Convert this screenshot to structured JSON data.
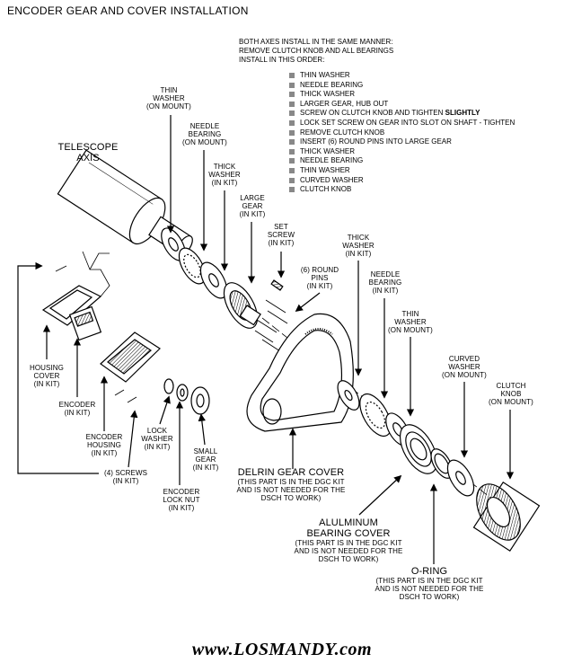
{
  "title": "ENCODER GEAR AND COVER INSTALLATION",
  "intro": {
    "line1": "BOTH AXES INSTALL IN THE SAME MANNER:",
    "line2": "REMOVE CLUTCH KNOB AND ALL BEARINGS",
    "line3": "INSTALL IN THIS ORDER:"
  },
  "steps": [
    {
      "text": "THIN WASHER"
    },
    {
      "text": "NEEDLE BEARING"
    },
    {
      "text": "THICK WASHER"
    },
    {
      "text": "LARGER GEAR, HUB OUT"
    },
    {
      "text": "SCREW ON CLUTCH KNOB AND TIGHTEN ",
      "bold": "SLIGHTLY"
    },
    {
      "text": "LOCK SET SCREW ON GEAR INTO SLOT ON SHAFT - TIGHTEN"
    },
    {
      "text": "REMOVE CLUTCH KNOB"
    },
    {
      "text": "INSERT (6) ROUND PINS INTO LARGE GEAR"
    },
    {
      "text": "THICK WASHER"
    },
    {
      "text": "NEEDLE BEARING"
    },
    {
      "text": "THIN WASHER"
    },
    {
      "text": "CURVED WASHER"
    },
    {
      "text": "CLUTCH KNOB"
    }
  ],
  "labels": {
    "telescope_axis": {
      "l1": "TELESCOPE",
      "l2": "AXIS"
    },
    "thin_washer_top": {
      "l1": "THIN",
      "l2": "WASHER",
      "l3": "(ON MOUNT)"
    },
    "needle_bearing_top": {
      "l1": "NEEDLE",
      "l2": "BEARING",
      "l3": "(ON MOUNT)"
    },
    "thick_washer_top": {
      "l1": "THICK",
      "l2": "WASHER",
      "l3": "(IN KIT)"
    },
    "large_gear": {
      "l1": "LARGE",
      "l2": "GEAR",
      "l3": "(IN KIT)"
    },
    "set_screw": {
      "l1": "SET",
      "l2": "SCREW",
      "l3": "(IN KIT)"
    },
    "round_pins": {
      "l1": "(6) ROUND",
      "l2": "PINS",
      "l3": "(IN KIT)"
    },
    "thick_washer_right": {
      "l1": "THICK",
      "l2": "WASHER",
      "l3": "(IN KIT)"
    },
    "needle_bearing_right": {
      "l1": "NEEDLE",
      "l2": "BEARING",
      "l3": "(IN KIT)"
    },
    "thin_washer_right": {
      "l1": "THIN",
      "l2": "WASHER",
      "l3": "(ON MOUNT)"
    },
    "curved_washer": {
      "l1": "CURVED",
      "l2": "WASHER",
      "l3": "(ON MOUNT)"
    },
    "clutch_knob": {
      "l1": "CLUTCH",
      "l2": "KNOB",
      "l3": "(ON MOUNT)"
    },
    "housing_cover": {
      "l1": "HOUSING",
      "l2": "COVER",
      "l3": "(IN KIT)"
    },
    "encoder": {
      "l1": "ENCODER",
      "l2": "(IN KIT)"
    },
    "encoder_housing": {
      "l1": "ENCODER",
      "l2": "HOUSING",
      "l3": "(IN KIT)"
    },
    "screws": {
      "l1": "(4) SCREWS",
      "l2": "(IN KIT)"
    },
    "lock_washer": {
      "l1": "LOCK",
      "l2": "WASHER",
      "l3": "(IN KIT)"
    },
    "encoder_lock_nut": {
      "l1": "ENCODER",
      "l2": "LOCK NUT",
      "l3": "(IN KIT)"
    },
    "small_gear": {
      "l1": "SMALL",
      "l2": "GEAR",
      "l3": "(IN KIT)"
    },
    "delrin_gear_cover": {
      "l1": "DELRIN GEAR COVER",
      "l2": "(THIS PART IS IN THE DGC KIT",
      "l3": "AND IS NOT NEEDED FOR THE",
      "l4": "DSCH TO WORK)"
    },
    "aluminum_bearing_cover": {
      "l1": "ALULMINUM",
      "l2": "BEARING COVER",
      "l3": "(THIS PART IS IN THE DGC KIT",
      "l4": "AND IS NOT NEEDED FOR THE",
      "l5": "DSCH TO WORK)"
    },
    "o_ring": {
      "l1": "O-RING",
      "l2": "(THIS PART IS IN THE DGC KIT",
      "l3": "AND IS NOT NEEDED FOR THE",
      "l4": "DSCH TO WORK)"
    }
  },
  "website": "www.LOSMANDY.com"
}
